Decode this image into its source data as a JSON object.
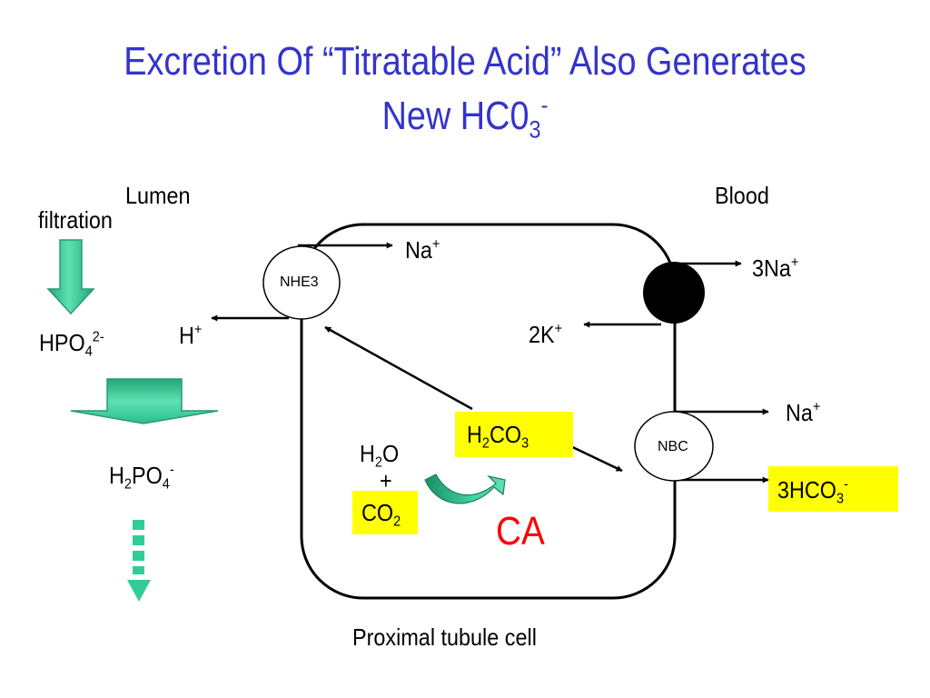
{
  "title": {
    "line1": "Excretion Of “Titratable Acid” Also Generates",
    "line2_main": "New HC0",
    "line2_sub": "3",
    "line2_sup": "-"
  },
  "labels": {
    "lumen": "Lumen",
    "blood": "Blood",
    "filtration": "filtration",
    "cell": "Proximal tubule cell",
    "nhe3": "NHE3",
    "nbc": "NBC",
    "ca": "CA",
    "plus": "+"
  },
  "species": {
    "na_top": {
      "main": "Na",
      "sup": "+"
    },
    "h_plus": {
      "main": "H",
      "sup": "+"
    },
    "hpo4": {
      "main": "HPO",
      "sub": "4",
      "sup": "2-"
    },
    "h2po4": {
      "a": "H",
      "sub1": "2",
      "b": "PO",
      "sub2": "4",
      "sup": "-"
    },
    "na3": {
      "main": "3Na",
      "sup": "+"
    },
    "k2": {
      "main": "2K",
      "sup": "+"
    },
    "na_nbc": {
      "main": "Na",
      "sup": "+"
    },
    "hco3": {
      "main": "3HCO",
      "sub": "3",
      "sup": "-"
    },
    "h2co3": {
      "a": "H",
      "sub1": "2",
      "b": "CO",
      "sub2": "3"
    },
    "h2o": {
      "a": "H",
      "sub": "2",
      "b": "O"
    },
    "co2": {
      "a": "CO",
      "sub": "2"
    }
  },
  "colors": {
    "title": "#3333cc",
    "highlight": "#ffff00",
    "green": "#33cc99",
    "ca": "#ff0000"
  }
}
